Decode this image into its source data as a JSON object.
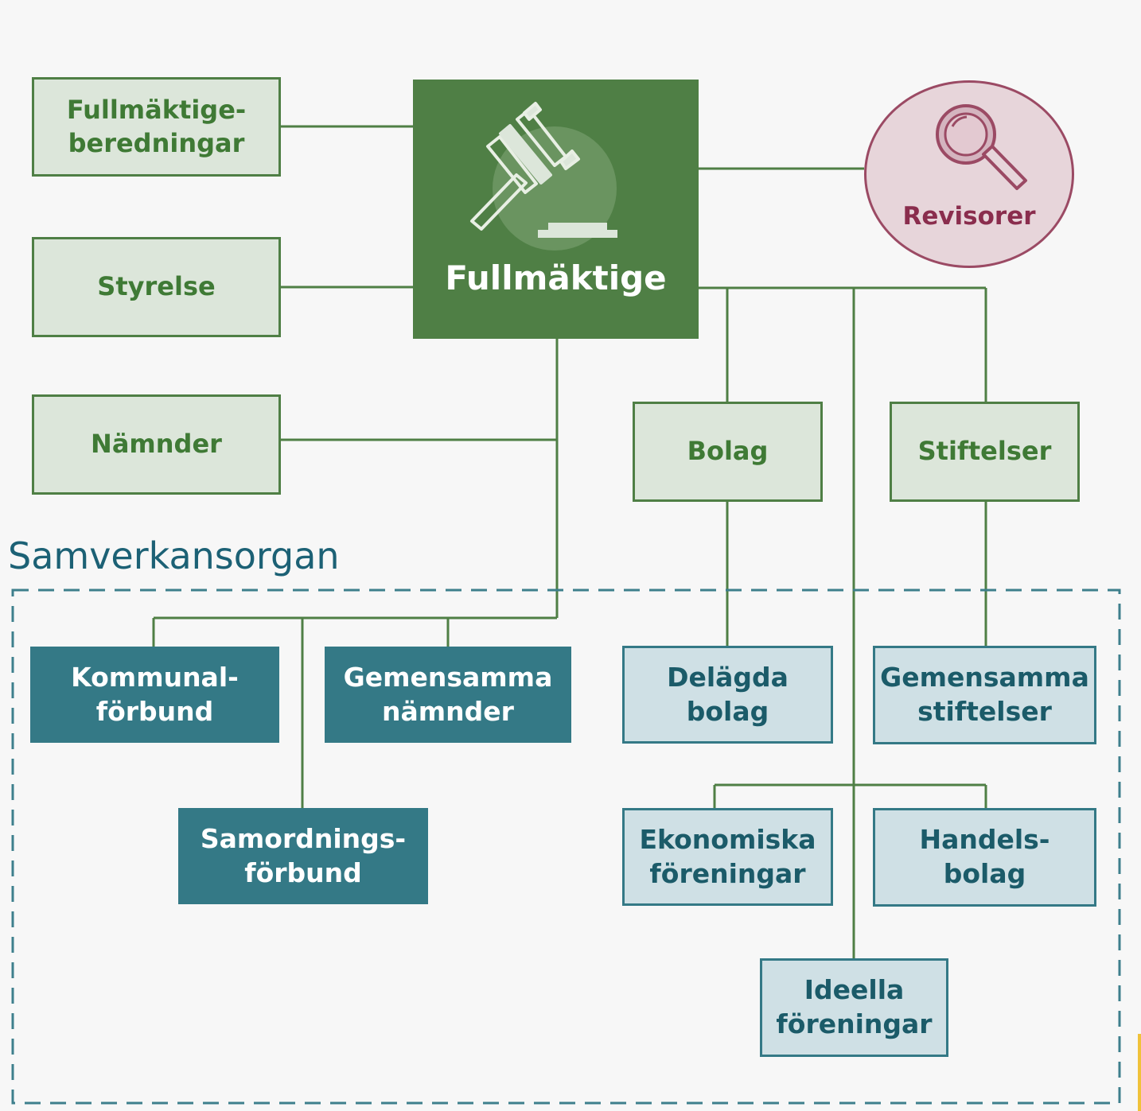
{
  "colors": {
    "green": "#4f7f45",
    "green_light": "#dce6da",
    "teal_dark": "#347986",
    "teal_light": "#cfe0e5",
    "revisor": "#9b4a64",
    "revisor_fill": "#e7d5da",
    "section": "#1c6175"
  },
  "main": {
    "title": "Fullmäktige",
    "icon": "gavel-icon"
  },
  "revisor": {
    "label": "Revisorer",
    "icon": "magnifier-icon"
  },
  "left_boxes": {
    "beredningar": {
      "line1": "Fullmäktige-",
      "line2": "beredningar"
    },
    "styrelse": "Styrelse",
    "namnder": "Nämnder"
  },
  "right_boxes": {
    "bolag": "Bolag",
    "stiftelser": "Stiftelser"
  },
  "section": {
    "title": "Samverkansorgan"
  },
  "samverkan": {
    "kommunalforbund": {
      "line1": "Kommunal-",
      "line2": "förbund"
    },
    "gemensamma_namnder": {
      "line1": "Gemensamma",
      "line2": "nämnder"
    },
    "samordningsforbund": {
      "line1": "Samordnings-",
      "line2": "förbund"
    },
    "delagda_bolag": {
      "line1": "Delägda",
      "line2": "bolag"
    },
    "gemensamma_stiftelser": {
      "line1": "Gemensamma",
      "line2": "stiftelser"
    },
    "ekonomiska_foreningar": {
      "line1": "Ekonomiska",
      "line2": "föreningar"
    },
    "handelsbolag": {
      "line1": "Handels-",
      "line2": "bolag"
    },
    "ideella_foreningar": {
      "line1": "Ideella",
      "line2": "föreningar"
    }
  }
}
